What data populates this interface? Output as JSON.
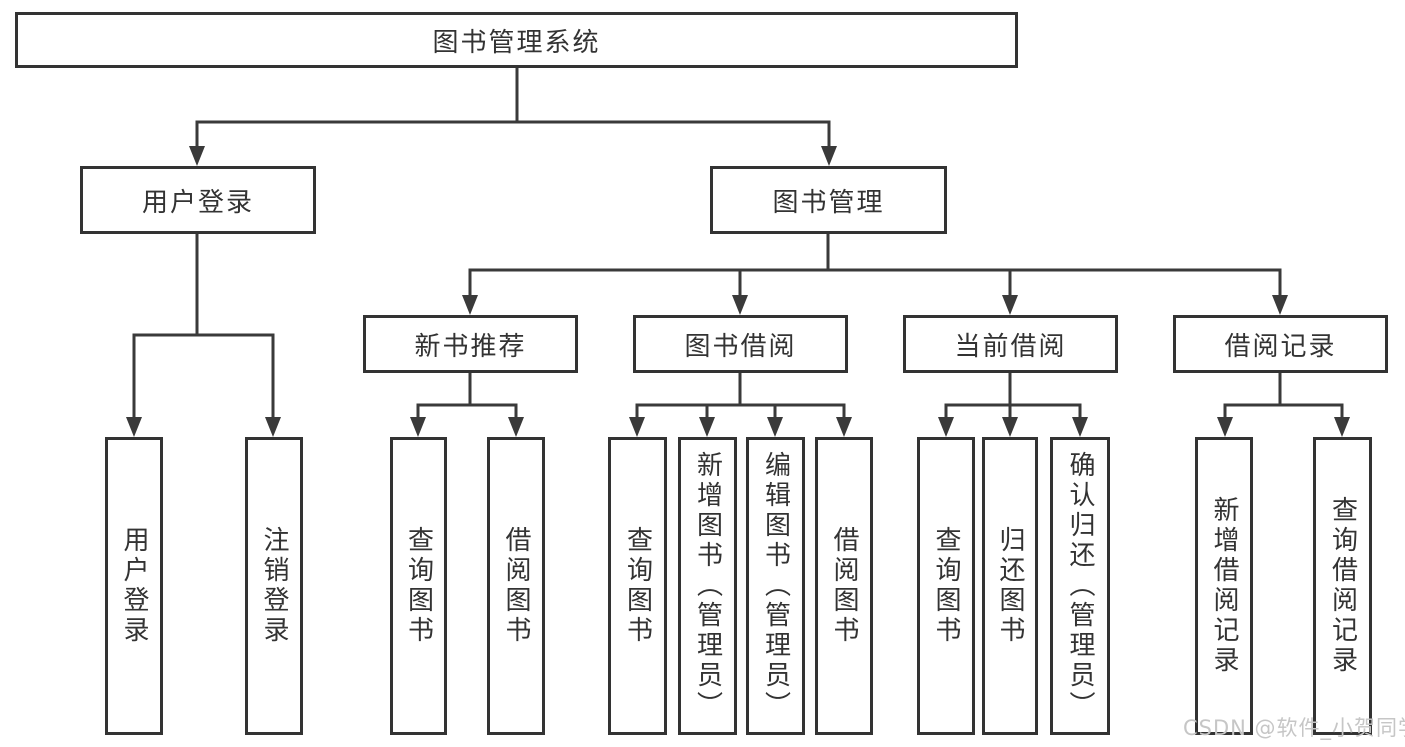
{
  "nodes": {
    "root": "图书管理系统",
    "l2_user": "用户登录",
    "l2_books": "图书管理",
    "l3_recommend": "新书推荐",
    "l3_borrow": "图书借阅",
    "l3_current": "当前借阅",
    "l3_records": "借阅记录",
    "leaf_user_login": "用户登录",
    "leaf_user_logout": "注销登录",
    "leaf_rec_query": "查询图书",
    "leaf_rec_borrow": "借阅图书",
    "leaf_borrow_query": "查询图书",
    "leaf_borrow_add": "新增图书（管理员）",
    "leaf_borrow_edit": "编辑图书（管理员）",
    "leaf_borrow_borrow": "借阅图书",
    "leaf_current_query": "查询图书",
    "leaf_current_return": "归还图书",
    "leaf_current_confirm": "确认归还（管理员）",
    "leaf_records_add": "新增借阅记录",
    "leaf_records_query": "查询借阅记录"
  },
  "watermark": "CSDN @软件_小贺同学",
  "colors": {
    "line": "#3a3a3a",
    "border": "#333333",
    "text": "#333333",
    "background": "#ffffff",
    "watermark": "#c6c6c6"
  }
}
